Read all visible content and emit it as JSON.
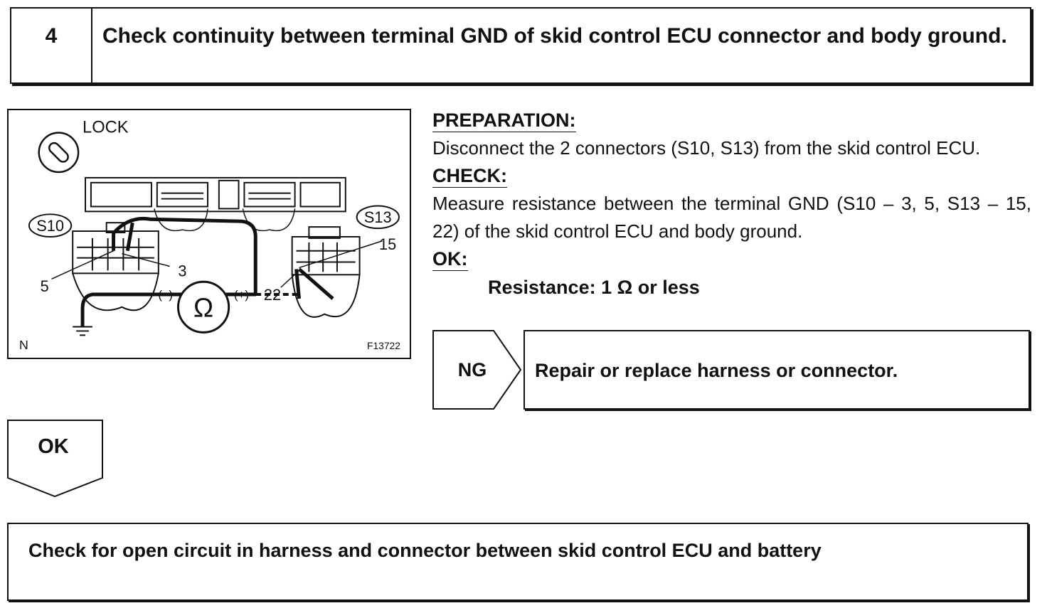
{
  "step": {
    "number": "4",
    "title": "Check continuity between terminal GND of skid control ECU connector and body ground."
  },
  "diagram": {
    "lock_label": "LOCK",
    "connector_left": "S10",
    "connector_right": "S13",
    "pin_3": "3",
    "pin_5": "5",
    "pin_15": "15",
    "pin_22": "22",
    "meter_symbol": "Ω",
    "probe_neg": "(–)",
    "probe_pos": "(+)",
    "corner_code": "N",
    "figure_id": "F13722"
  },
  "preparation": {
    "heading": "PREPARATION:",
    "text": "Disconnect the 2 connectors (S10, S13) from the skid control ECU."
  },
  "check": {
    "heading": "CHECK:",
    "text": "Measure resistance between the terminal GND (S10 – 3, 5, S13 – 15, 22) of the skid control ECU and body ground."
  },
  "ok": {
    "heading": "OK:",
    "spec": "Resistance: 1 Ω or less"
  },
  "ng": {
    "label": "NG",
    "result": "Repair or replace harness or connector."
  },
  "ok_branch": {
    "label": "OK"
  },
  "next_step": {
    "text": "Check for open circuit in harness and connector between skid control ECU and battery"
  }
}
